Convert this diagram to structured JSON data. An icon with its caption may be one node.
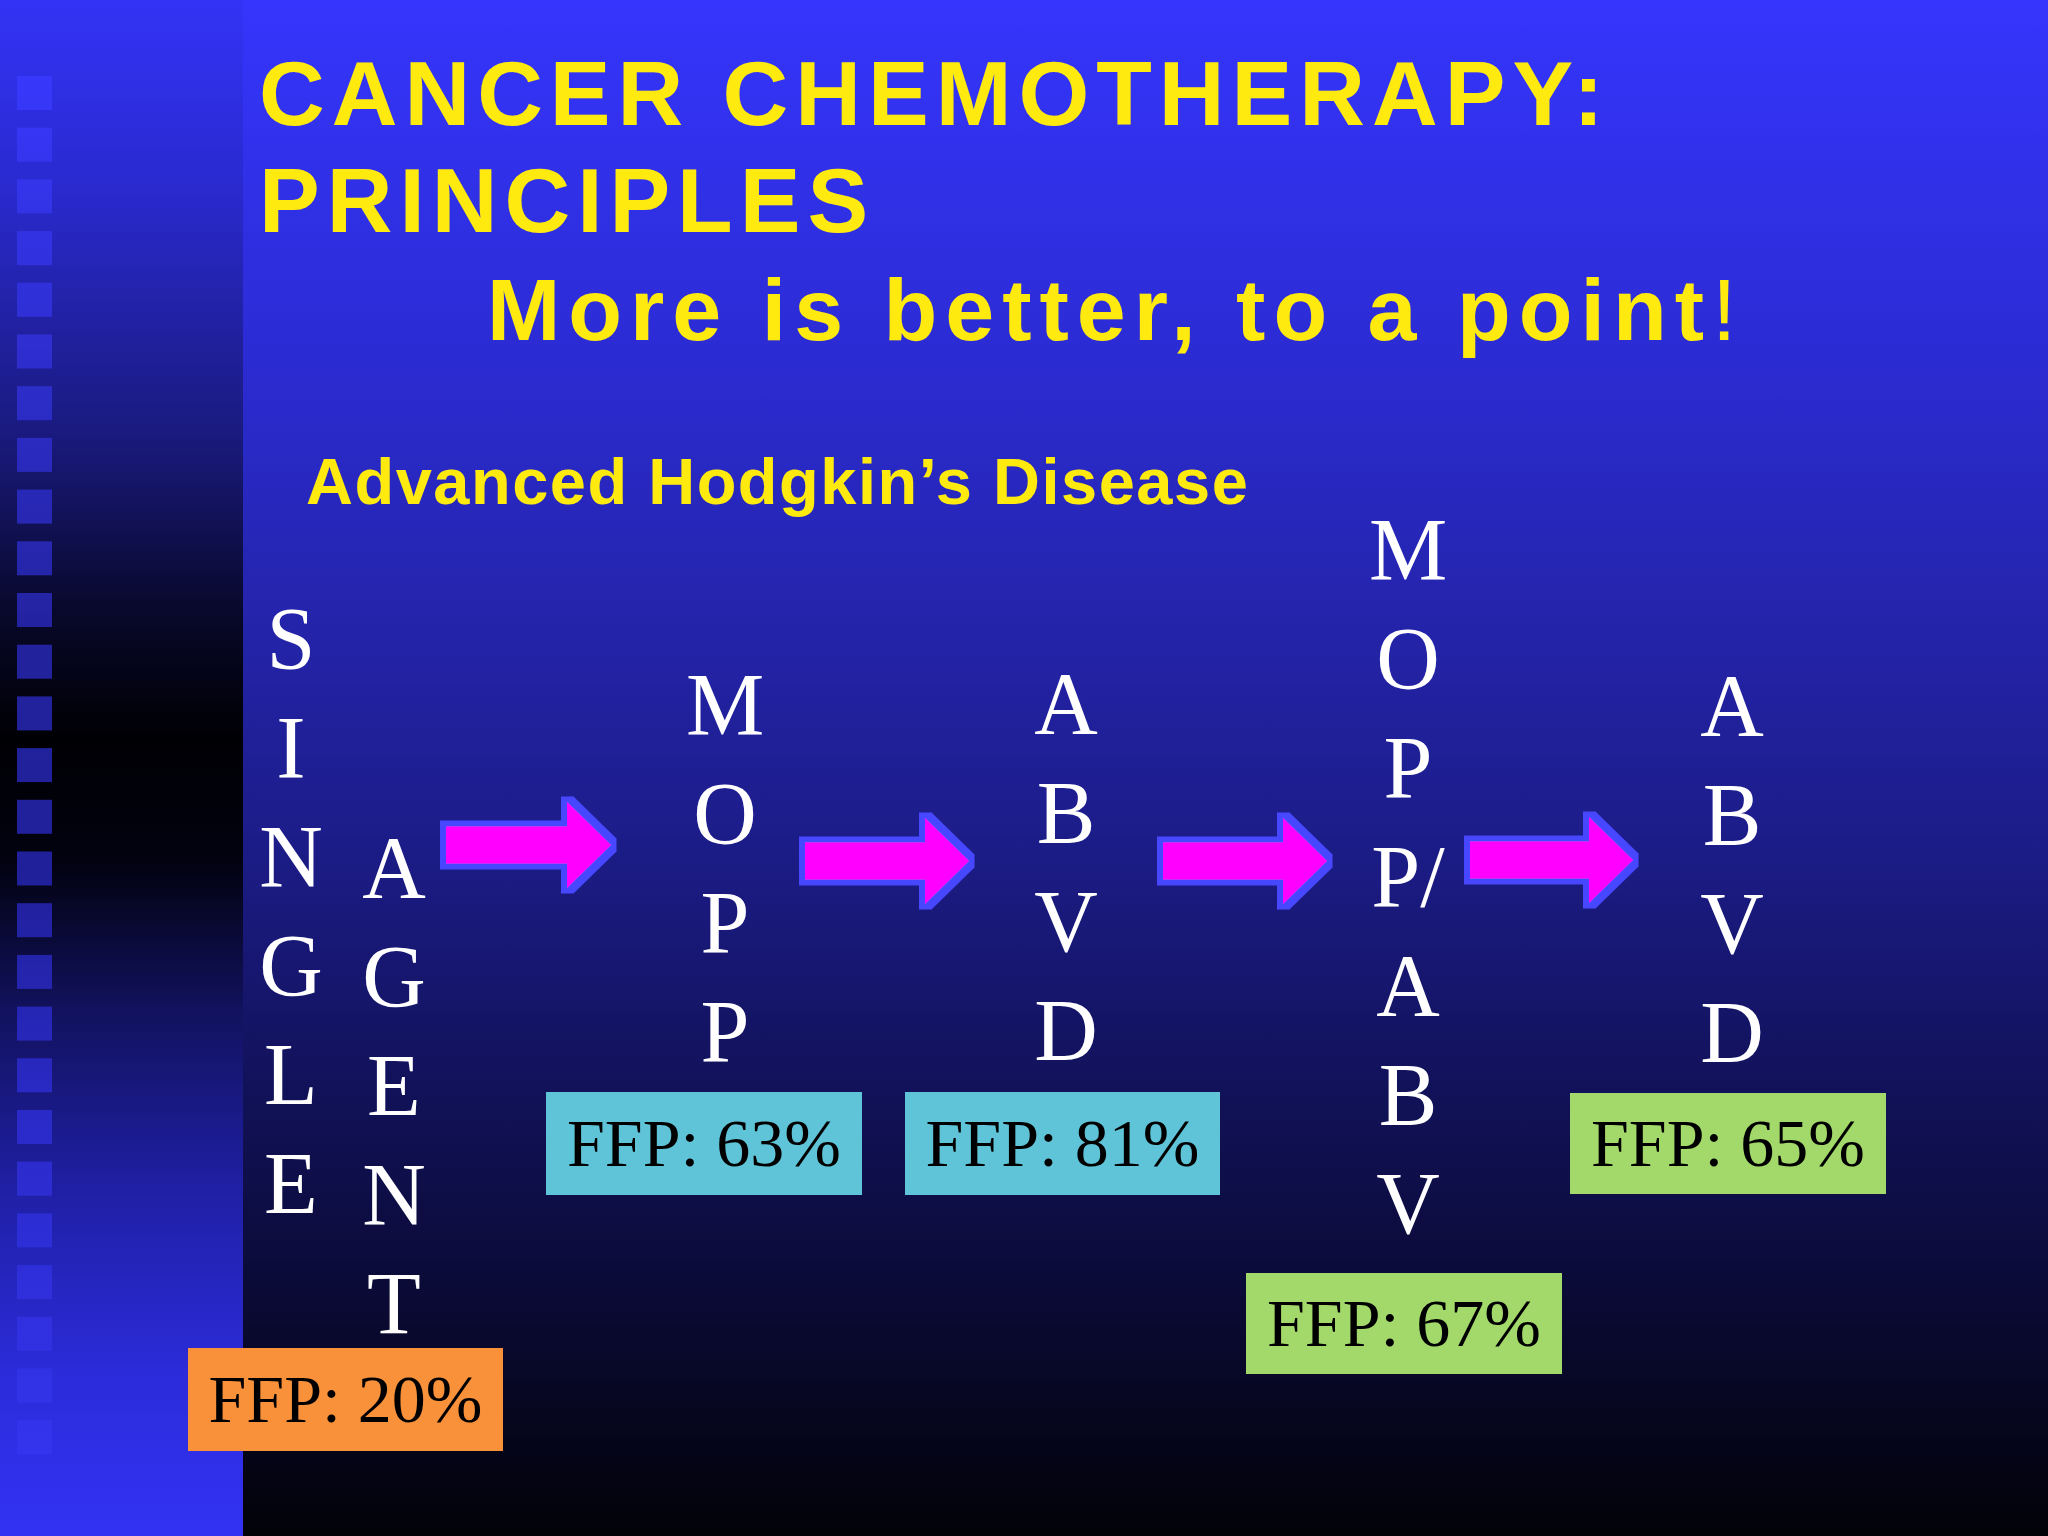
{
  "diagram": {
    "title": "CANCER CHEMOTHERAPY: PRINCIPLES",
    "nodes": [
      {
        "text": [
          "SINGLE",
          "AGENT"
        ]
      },
      {
        "text": [
          "FFP: 20%"
        ]
      },
      {
        "text": [
          "MOPP"
        ]
      },
      {
        "text": [
          "FFP: 63%"
        ]
      },
      {
        "text": [
          "ABVD"
        ]
      },
      {
        "text": [
          "FFP: 81%"
        ]
      },
      {
        "text": [
          "MOPP/ABV"
        ]
      },
      {
        "text": [
          "FFP: 67%"
        ]
      },
      {
        "text": [
          "ABVD"
        ]
      },
      {
        "text": [
          "FFP: 65%"
        ]
      }
    ],
    "edges": [
      {
        "from": 0,
        "to": 2,
        "arrow": "to"
      },
      {
        "from": 2,
        "to": 4,
        "arrow": "to"
      },
      {
        "from": 4,
        "to": 6,
        "arrow": "to"
      },
      {
        "from": 6,
        "to": 8,
        "arrow": "to"
      }
    ],
    "labels": [
      "**More is better, to a point**!",
      "Advanced Hodgkin’s Disease"
    ]
  }
}
